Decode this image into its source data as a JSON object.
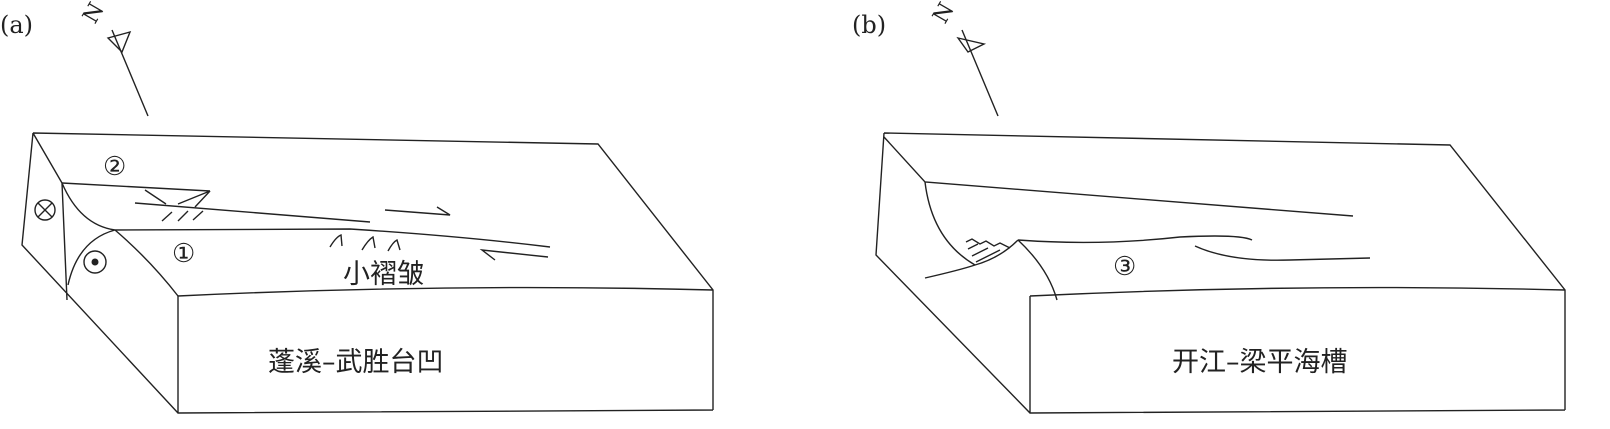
{
  "panel_a": {
    "label": "(a)",
    "north": "N",
    "fault_1": "①",
    "fault_2": "②",
    "into_page_symbol": "⊗",
    "out_of_page_symbol": "⊙",
    "minor_folds": "小褶皱",
    "block_name": "蓬溪–武胜台凹"
  },
  "panel_b": {
    "label": "(b)",
    "north": "N",
    "fault_3": "③",
    "block_name": "开江–梁平海槽"
  }
}
